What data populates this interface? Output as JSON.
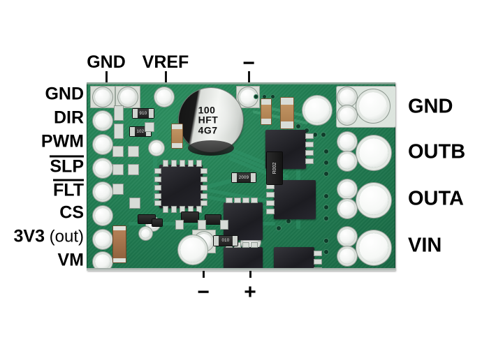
{
  "image": {
    "subject": "Pololu high-power motor driver carrier board (top view)",
    "background_color": "#ffffff",
    "pcb_color": "#1f7a50"
  },
  "labels": {
    "left_pins": [
      {
        "text": "GND",
        "overline": false,
        "suffix": ""
      },
      {
        "text": "DIR",
        "overline": false,
        "suffix": ""
      },
      {
        "text": "PWM",
        "overline": false,
        "suffix": ""
      },
      {
        "text": "SLP",
        "overline": true,
        "suffix": ""
      },
      {
        "text": "FLT",
        "overline": true,
        "suffix": ""
      },
      {
        "text": "CS",
        "overline": false,
        "suffix": ""
      },
      {
        "text": "3V3",
        "overline": false,
        "suffix": " (out)"
      },
      {
        "text": "VM",
        "overline": false,
        "suffix": ""
      }
    ],
    "right_terminals": [
      {
        "text": "GND"
      },
      {
        "text": "OUTB"
      },
      {
        "text": "OUTA"
      },
      {
        "text": "VIN"
      }
    ],
    "top": [
      {
        "text": "GND"
      },
      {
        "text": "VREF"
      },
      {
        "text": "−"
      }
    ],
    "bottom": [
      {
        "text": "−"
      },
      {
        "text": "+"
      }
    ]
  },
  "components": {
    "electrolytic_capacitor": {
      "marking_line1": "100",
      "marking_line2": "HFT",
      "marking_line3": "4G7"
    },
    "sense_resistor": {
      "code": "R002"
    },
    "smd_resistors": [
      {
        "code": "910"
      },
      {
        "code": "102"
      },
      {
        "code": "010"
      },
      {
        "code": "2009"
      }
    ]
  }
}
